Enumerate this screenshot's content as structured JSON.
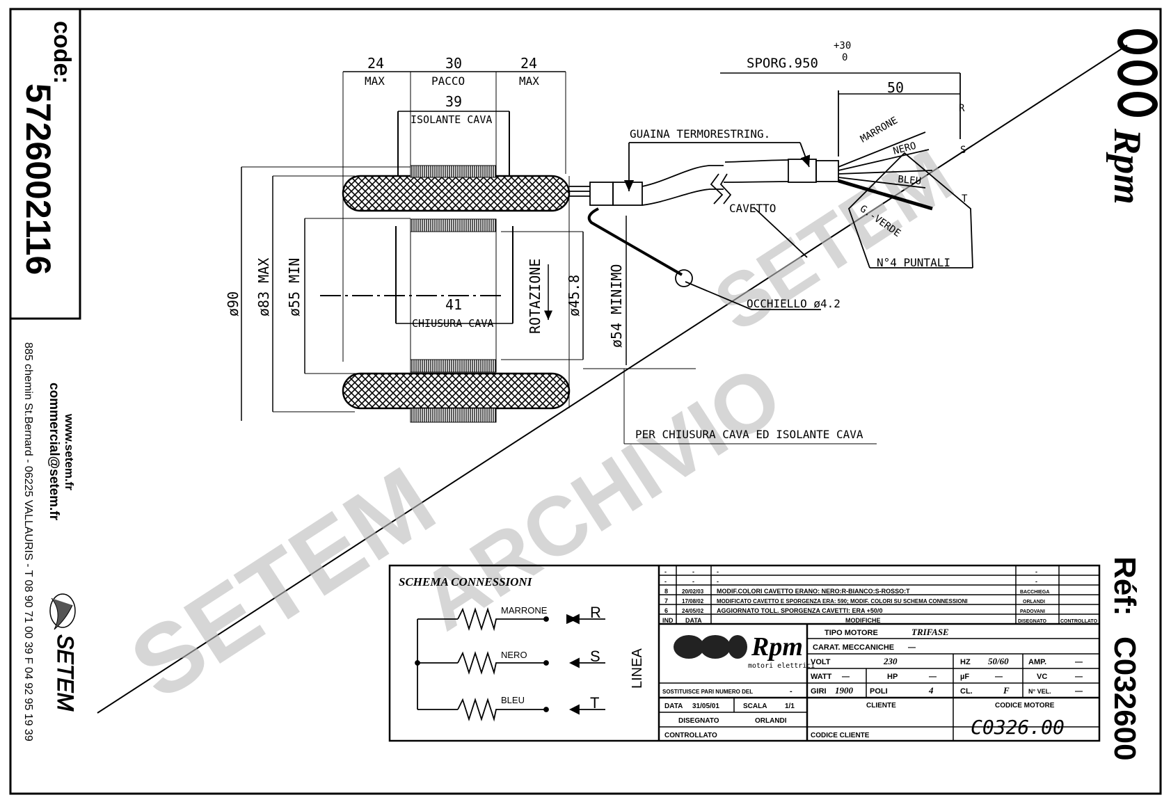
{
  "sidebar": {
    "code_label": "code:",
    "code_value": "5726002116",
    "website": "www.setem.fr",
    "email": "commercial@setem.fr",
    "address": "885 chemin St.Bernard  -  06225 VALLAURIS  -  T 08 90 71 00 39   F 04 92 95 19 39",
    "brand": "SETEM"
  },
  "right_strip": {
    "brand": "Rpm",
    "ref_label": "Réf:",
    "ref_value": "C032600"
  },
  "watermark": {
    "text1": "SETEM",
    "text2": "ARCHIVIO"
  },
  "drawing": {
    "dim_top_left": "24",
    "dim_top_left_sub": "MAX",
    "dim_top_mid": "30",
    "dim_top_mid_sub": "PACCO",
    "dim_top_right": "24",
    "dim_top_right_sub": "MAX",
    "dim_isolante": "39",
    "isolante_label": "ISOLANTE CAVA",
    "dim_chiusura": "41",
    "chiusura_label": "CHIUSURA CAVA",
    "d90": "ø90",
    "d83": "ø83 MAX",
    "d55": "ø55 MIN",
    "d458": "ø45.8",
    "d54": "ø54 MINIMO",
    "rotation": "ROTAZIONE",
    "sporg": "SPORG.950",
    "sporg_tol_top": "+30",
    "sporg_tol_bottom": "0",
    "dim_50": "50",
    "guaina": "GUAINA TERMORESTRING.",
    "cavetto": "CAVETTO",
    "occhiello": "OCCHIELLO ø4.2",
    "puntali": "N°4 PUNTALI",
    "per_chiusura": "PER CHIUSURA CAVA ED ISOLANTE CAVA",
    "wire_marrone": "MARRONE",
    "wire_nero": "NERO",
    "wire_bleu": "BLEU",
    "wire_gverde": "G.-VERDE",
    "term_r": "R",
    "term_s": "S",
    "term_t": "T"
  },
  "schema": {
    "title": "SCHEMA CONNESSIONI",
    "linea": "LINEA",
    "rows": [
      {
        "wire": "MARRONE",
        "phase": "R"
      },
      {
        "wire": "NERO",
        "phase": "S"
      },
      {
        "wire": "BLEU",
        "phase": "T"
      }
    ]
  },
  "revisions": {
    "rows": [
      {
        "ind": "-",
        "data": "-",
        "mod": "-",
        "dis": "-"
      },
      {
        "ind": "-",
        "data": "-",
        "mod": "-",
        "dis": "-"
      },
      {
        "ind": "8",
        "data": "20/02/03",
        "mod": "MODIF.COLORI CAVETTO ERANO: NERO:R-BIANCO:S-ROSSO:T",
        "dis": "BACCHIEGA"
      },
      {
        "ind": "7",
        "data": "17/08/02",
        "mod": "MODIFICATO CAVETTO E SPORGENZA ERA: 590; MODIF. COLORI SU SCHEMA CONNESSIONI",
        "dis": "ORLANDI"
      },
      {
        "ind": "6",
        "data": "24/05/02",
        "mod": "AGGIORNATO TOLL. SPORGENZA CAVETTI: ERA +50/0",
        "dis": "PADOVANI"
      }
    ],
    "headers": {
      "ind": "IND",
      "data": "DATA",
      "mod": "MODIFICHE",
      "dis": "DISEGNATO",
      "ctrl": "CONTROLLATO"
    }
  },
  "titleblock": {
    "logo": "Rpm",
    "logo_sub": "motori elettrici",
    "tipo_label": "TIPO MOTORE",
    "tipo_value": "TRIFASE",
    "carat_label": "CARAT. MECCANICHE",
    "carat_value": "—",
    "volt_label": "VOLT",
    "volt_value": "230",
    "hz_label": "HZ",
    "hz_value": "50/60",
    "amp_label": "AMP.",
    "amp_value": "—",
    "watt_label": "WATT",
    "watt_value": "—",
    "hp_label": "HP",
    "hp_value": "—",
    "uf_label": "µF",
    "uf_value": "—",
    "vc_label": "VC",
    "vc_value": "—",
    "giri_label": "GIRI",
    "giri_value": "1900",
    "poli_label": "POLI",
    "poli_value": "4",
    "cl_label": "CL.",
    "cl_value": "F",
    "nvel_label": "N° VEL.",
    "nvel_value": "—",
    "sostituisce_label": "SOSTITUISCE PARI NUMERO DEL",
    "sostituisce_value": "-",
    "data_label": "DATA",
    "data_value": "31/05/01",
    "scala_label": "SCALA",
    "scala_value": "1/1",
    "disegnato_label": "DISEGNATO",
    "disegnato_value": "ORLANDI",
    "controllato_label": "CONTROLLATO",
    "cliente_label": "CLIENTE",
    "codice_cliente_label": "CODICE CLIENTE",
    "codice_motore_label": "CODICE MOTORE",
    "codice_motore_value": "C0326.00"
  }
}
